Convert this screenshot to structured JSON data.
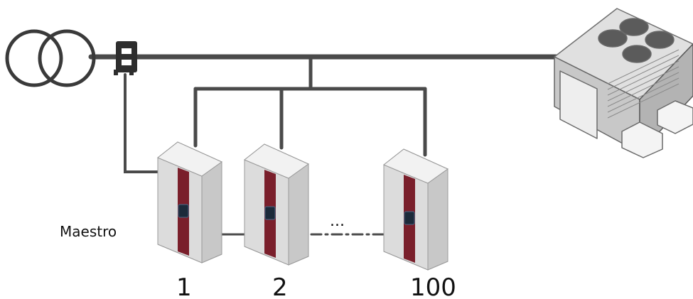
{
  "labels": {
    "master": "Maestro",
    "unit_1": "1",
    "unit_2": "2",
    "unit_last": "100",
    "ellipsis": "..."
  },
  "colors": {
    "wire": "#4a4a4a",
    "inverter_body": "#dcdcdc",
    "inverter_stripe": "#7a1f2b",
    "display": "#1c2a3a",
    "load_body": "#d3d3d3",
    "load_fan": "#5b5b5b",
    "meter": "#2e2e2e"
  },
  "icons": {
    "transformer": "transformer-icon",
    "meter": "current-meter-icon",
    "load": "hvac-load-icon",
    "inverter": "inverter-icon"
  }
}
